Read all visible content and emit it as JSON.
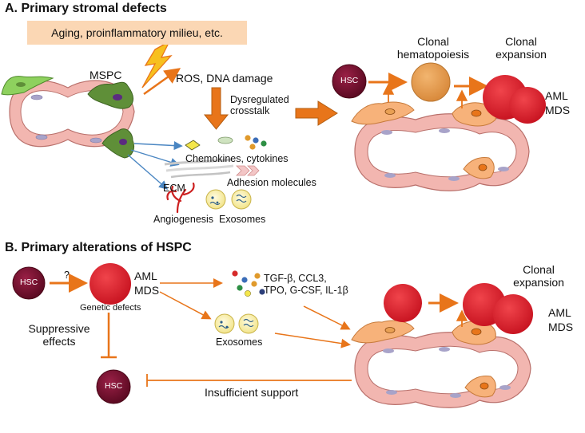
{
  "panel_a": {
    "heading": "A. Primary stromal defects",
    "banner": "Aging, proinflammatory milieu, etc.",
    "mspc_label": "MSPC",
    "ros_label": "ROS, DNA damage",
    "crosstalk_label": "Dysregulated crosstalk",
    "chemokines_label": "Chemokines, cytokines",
    "ecm_label": "ECM",
    "adhesion_label": "Adhesion molecules",
    "angiogenesis_label": "Angiogenesis",
    "exosomes_label": "Exosomes",
    "hsc_label": "HSC",
    "clonal_hemato_label": "Clonal hematopoiesis",
    "clonal_expansion_label": "Clonal expansion",
    "aml_label": "AML",
    "mds_label": "MDS"
  },
  "panel_b": {
    "heading": "B. Primary alterations of HSPC",
    "hsc_label": "HSC",
    "question_label": "?",
    "aml_label": "AML",
    "mds_label": "MDS",
    "genetic_label": "Genetic defects",
    "factors_line1": "TGF-β, CCL3,",
    "factors_line2": "TPO, G-CSF, IL-1β",
    "exosomes_label": "Exosomes",
    "suppressive_label": "Suppressive effects",
    "hsc_bottom_label": "HSC",
    "insufficient_label": "Insufficient support",
    "clonal_expansion_label": "Clonal expansion",
    "aml_right_label": "AML",
    "mds_right_label": "MDS"
  },
  "colors": {
    "arrow_orange": "#e8751a",
    "arrow_blue": "#4a86c2",
    "vessel_pink": "#f2b6b0",
    "vessel_outline": "#b9706b",
    "mspc_green": "#5f8f38",
    "stromal_orange": "#f7b27a",
    "leukemic_red": "#e3232e",
    "hsc_dark": "#7a0f2e",
    "clonal_orange": "#e8a054",
    "banner_bg": "#fbd7b4"
  }
}
